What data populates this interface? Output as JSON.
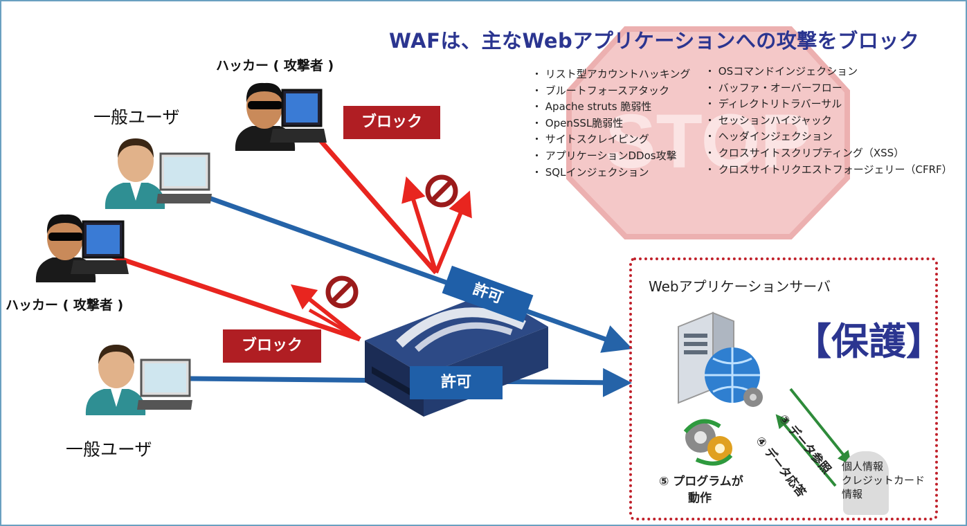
{
  "title": "WAFは、主なWebアプリケーションへの攻撃をブロック",
  "hacker_top_label": "ハッカー ( 攻撃者 )",
  "hacker_left_label": "ハッカー ( 攻撃者 )",
  "user_top_label": "一般ユーザ",
  "user_bottom_label": "一般ユーザ",
  "block_labels": [
    "ブロック",
    "ブロック"
  ],
  "permit_labels": [
    "許可",
    "許可"
  ],
  "attack_list_left": [
    "リスト型アカウントハッキング",
    "ブルートフォースアタック",
    "Apache struts 脆弱性",
    "OpenSSL脆弱性",
    "サイトスクレイピング",
    "アプリケーションDDos攻撃",
    "SQLインジェクション"
  ],
  "attack_list_right": [
    "OSコマンドインジェクション",
    "バッファ・オーバーフロー",
    "ディレクトリトラバーサル",
    "セッションハイジャック",
    "ヘッダインジェクション",
    "クロスサイトスクリプティング（XSS）",
    "クロスサイトリクエストフォージェリー（CFRF）"
  ],
  "stop_sign_text": "STOP",
  "server": {
    "title": "Webアプリケーションサーバ",
    "protect_label": "【保護】",
    "data_ref": "③ データ参照",
    "data_resp": "④ データ応答",
    "program_line1": "⑤ プログラムが",
    "program_line2": "動作",
    "personal_info": [
      "個人情報",
      "クレジットカード",
      "情報"
    ]
  },
  "colors": {
    "block_red": "#b01e23",
    "permit_blue": "#1f5fa8",
    "title_navy": "#2b3590",
    "arrow_red": "#e8251f",
    "arrow_blue": "#2563a8",
    "arrow_green": "#2e8b3a",
    "stop_red": "#e8a3a3"
  }
}
